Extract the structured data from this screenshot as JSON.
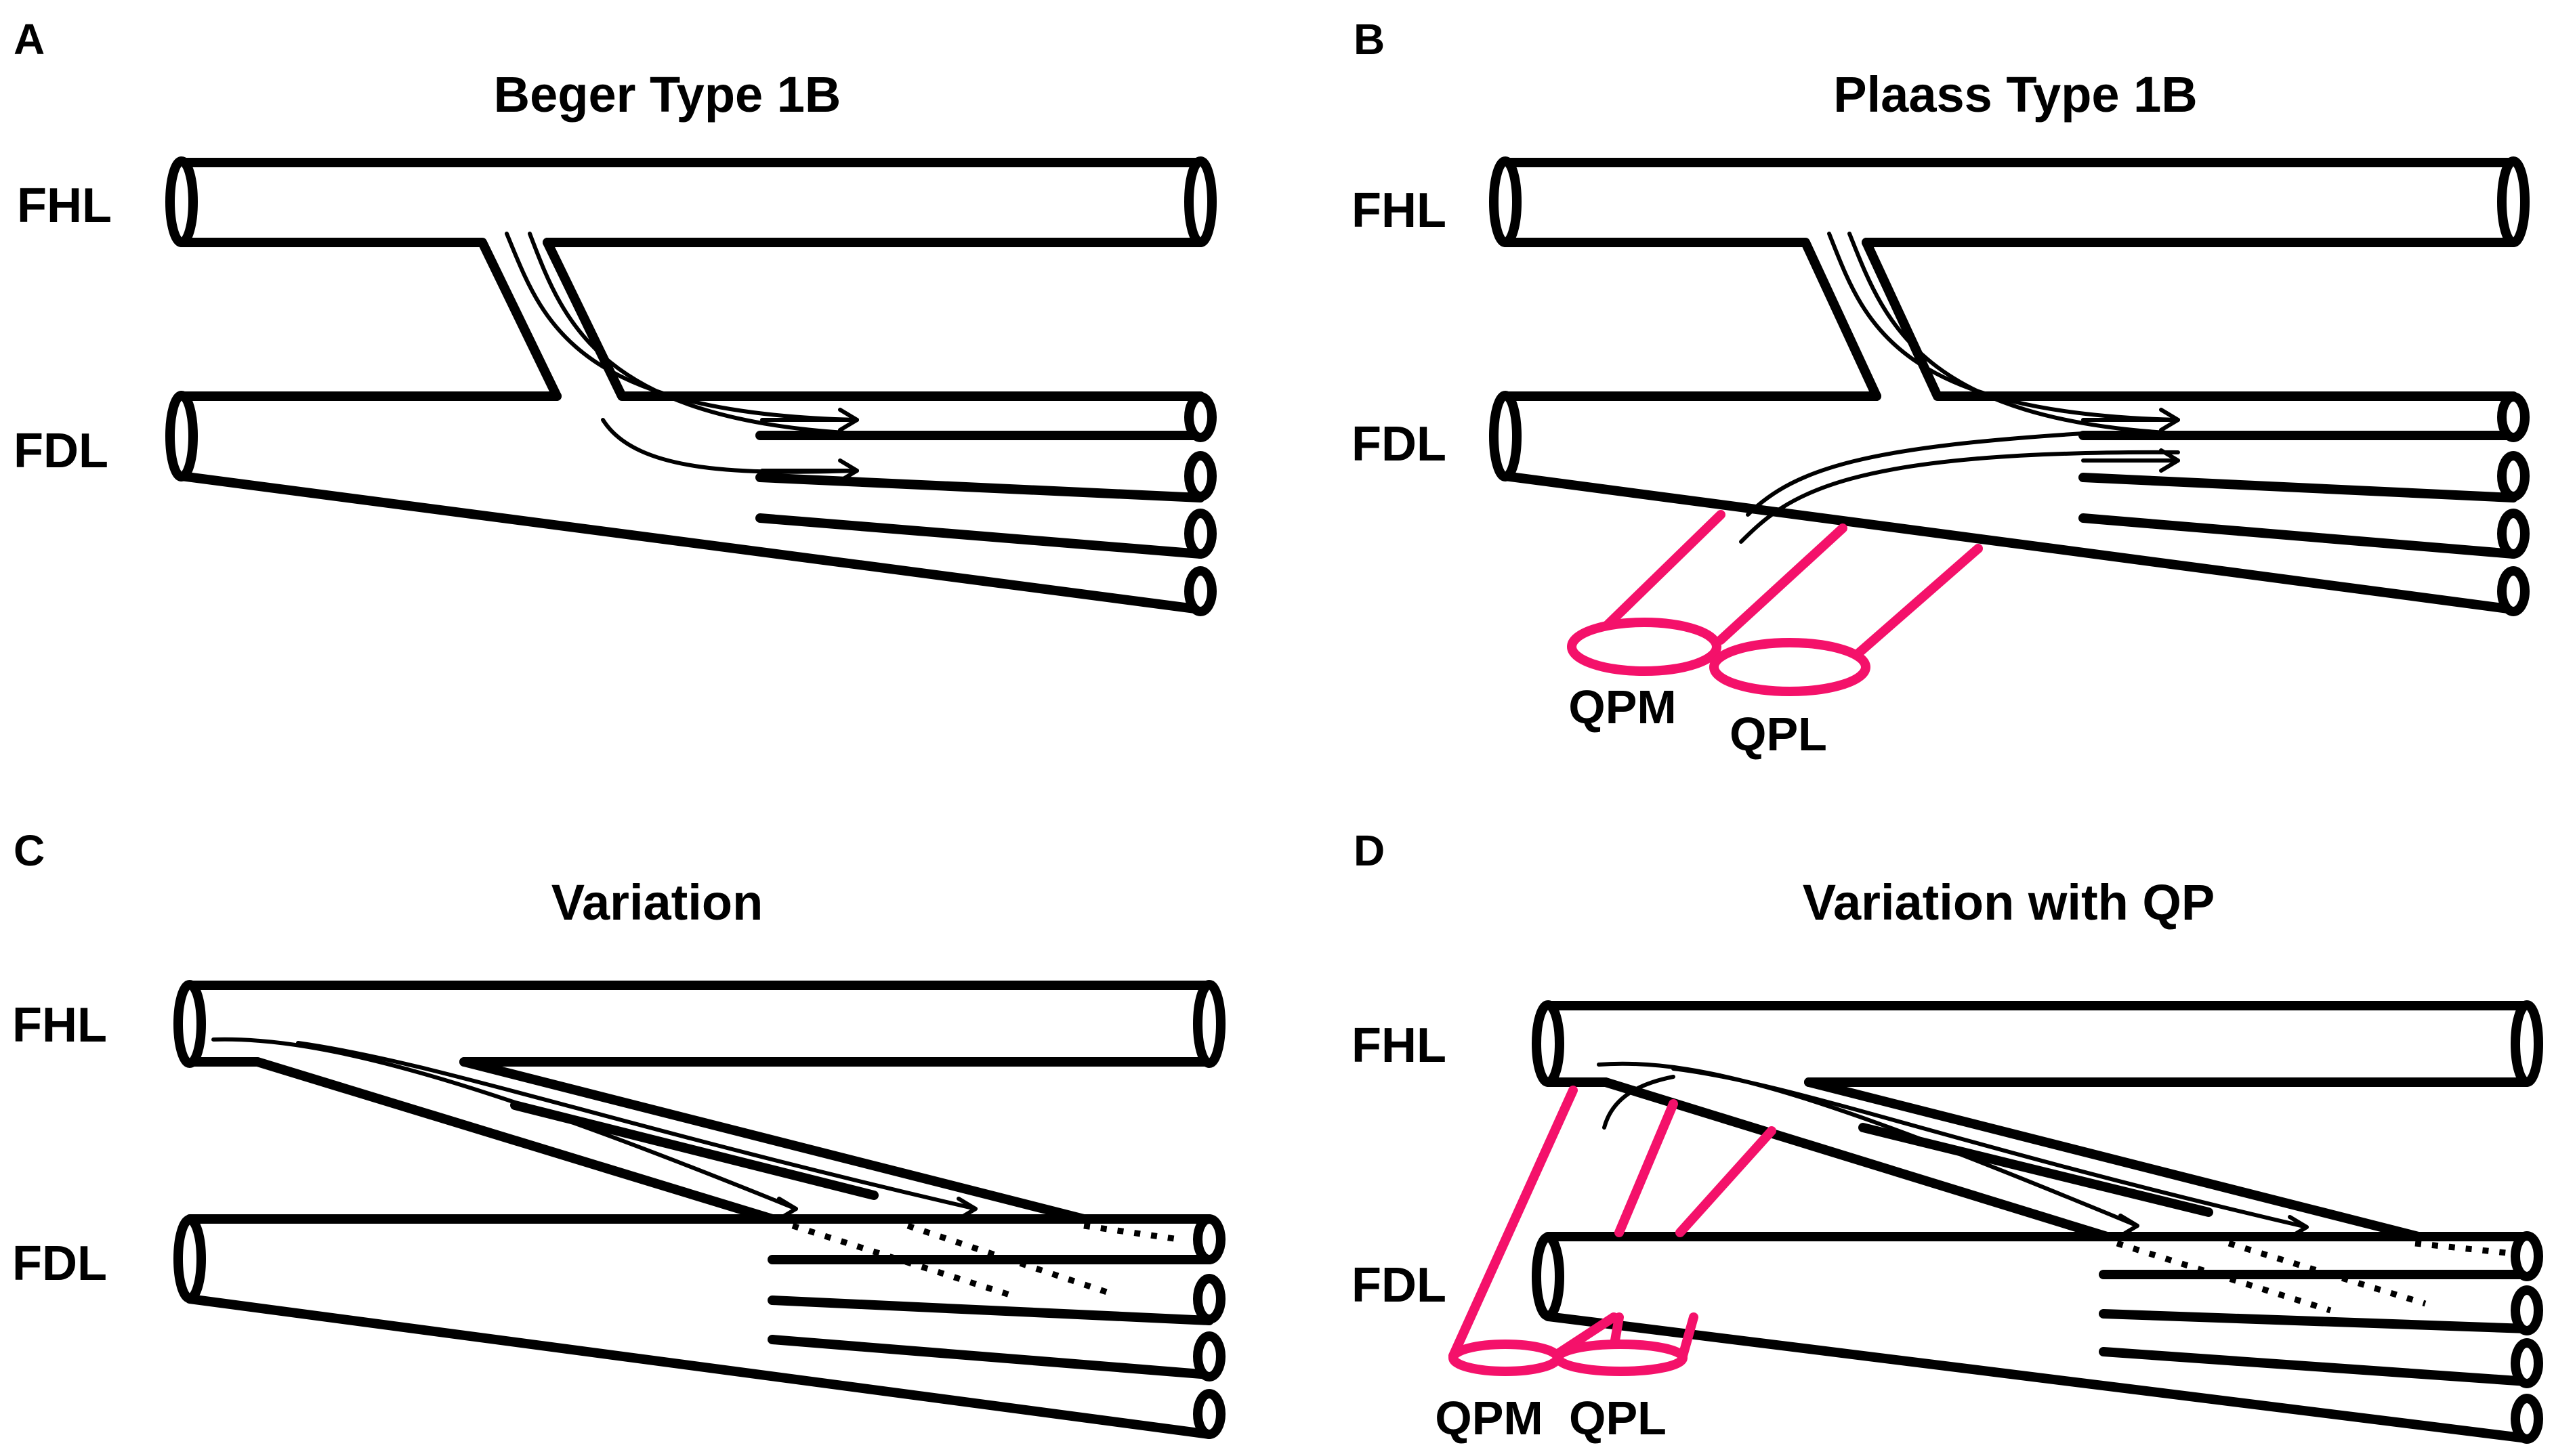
{
  "panels": [
    {
      "letter": "A",
      "title": "Beger Type 1B",
      "labels": [
        "FHL",
        "FDL"
      ]
    },
    {
      "letter": "B",
      "title": "Plaass Type 1B",
      "labels": [
        "FHL",
        "FDL"
      ],
      "qp_labels": [
        "QPM",
        "QPL"
      ]
    },
    {
      "letter": "C",
      "title": "Variation",
      "labels": [
        "FHL",
        "FDL"
      ]
    },
    {
      "letter": "D",
      "title": "Variation with QP",
      "labels": [
        "FHL",
        "FDL"
      ],
      "qp_labels": [
        "QPM",
        "QPL"
      ]
    }
  ],
  "colors": {
    "tendon": "#000000",
    "quadratus_plantae": "#f4116a",
    "background": "#ffffff"
  }
}
